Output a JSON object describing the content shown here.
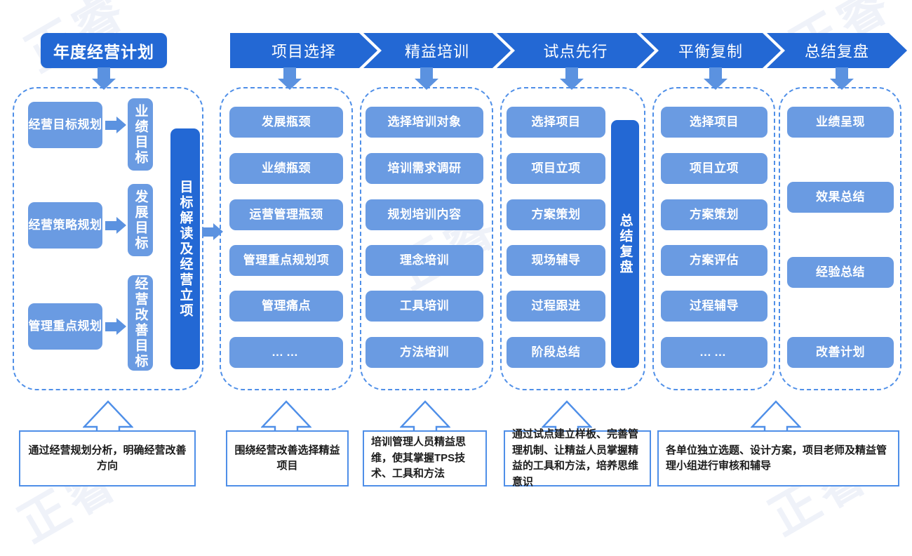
{
  "colors": {
    "dark_blue": "#2368d4",
    "light_blue": "#6a9be2",
    "dashed_border": "#4f8fe8",
    "caption_border": "#4f8fe8",
    "background": "#ffffff"
  },
  "watermark_text": "正睿",
  "title": {
    "label": "年度经营计划"
  },
  "phases": [
    {
      "id": "phase-project-selection",
      "label": "项目选择"
    },
    {
      "id": "phase-lean-training",
      "label": "精益培训"
    },
    {
      "id": "phase-pilot-first",
      "label": "试点先行"
    },
    {
      "id": "phase-balanced-replication",
      "label": "平衡复制"
    },
    {
      "id": "phase-summary-review",
      "label": "总结复盘"
    }
  ],
  "column1": {
    "plans": [
      {
        "label": "经营目标规划"
      },
      {
        "label": "经营策略规划"
      },
      {
        "label": "管理重点规划"
      }
    ],
    "goals": [
      {
        "label": "业绩目标"
      },
      {
        "label": "发展目标"
      },
      {
        "label": "经营改善目标"
      }
    ],
    "vertical_bar": {
      "label": "目标解读及经营立项"
    }
  },
  "column2": {
    "items": [
      {
        "label": "发展瓶颈"
      },
      {
        "label": "业绩瓶颈"
      },
      {
        "label": "运营管理瓶颈"
      },
      {
        "label": "管理重点规划项"
      },
      {
        "label": "管理痛点"
      },
      {
        "label": "……"
      }
    ]
  },
  "column3": {
    "items": [
      {
        "label": "选择培训对象"
      },
      {
        "label": "培训需求调研"
      },
      {
        "label": "规划培训内容"
      },
      {
        "label": "理念培训"
      },
      {
        "label": "工具培训"
      },
      {
        "label": "方法培训"
      }
    ]
  },
  "column4": {
    "items": [
      {
        "label": "选择项目"
      },
      {
        "label": "项目立项"
      },
      {
        "label": "方案策划"
      },
      {
        "label": "现场辅导"
      },
      {
        "label": "过程跟进"
      },
      {
        "label": "阶段总结"
      }
    ],
    "vertical_bar": {
      "label": "总结复盘"
    }
  },
  "column5": {
    "items": [
      {
        "label": "选择项目"
      },
      {
        "label": "项目立项"
      },
      {
        "label": "方案策划"
      },
      {
        "label": "方案评估"
      },
      {
        "label": "过程辅导"
      },
      {
        "label": "……"
      }
    ]
  },
  "column6": {
    "items": [
      {
        "label": "业绩呈现"
      },
      {
        "label": "效果总结"
      },
      {
        "label": "经验总结"
      },
      {
        "label": "改善计划"
      }
    ]
  },
  "captions": [
    {
      "id": "caption-1",
      "text": "通过经营规划分析，明确经营改善方向"
    },
    {
      "id": "caption-2",
      "text": "围绕经营改善选择精益项目"
    },
    {
      "id": "caption-3",
      "text": "培训管理人员精益思维，使其掌握TPS技术、工具和方法"
    },
    {
      "id": "caption-4",
      "text": "通过试点建立样板、完善管理机制、让精益人员掌握精益的工具和方法，培养思维意识"
    },
    {
      "id": "caption-5",
      "text": "各单位独立选题、设计方案，项目老师及精益管理小组进行审核和辅导"
    }
  ]
}
